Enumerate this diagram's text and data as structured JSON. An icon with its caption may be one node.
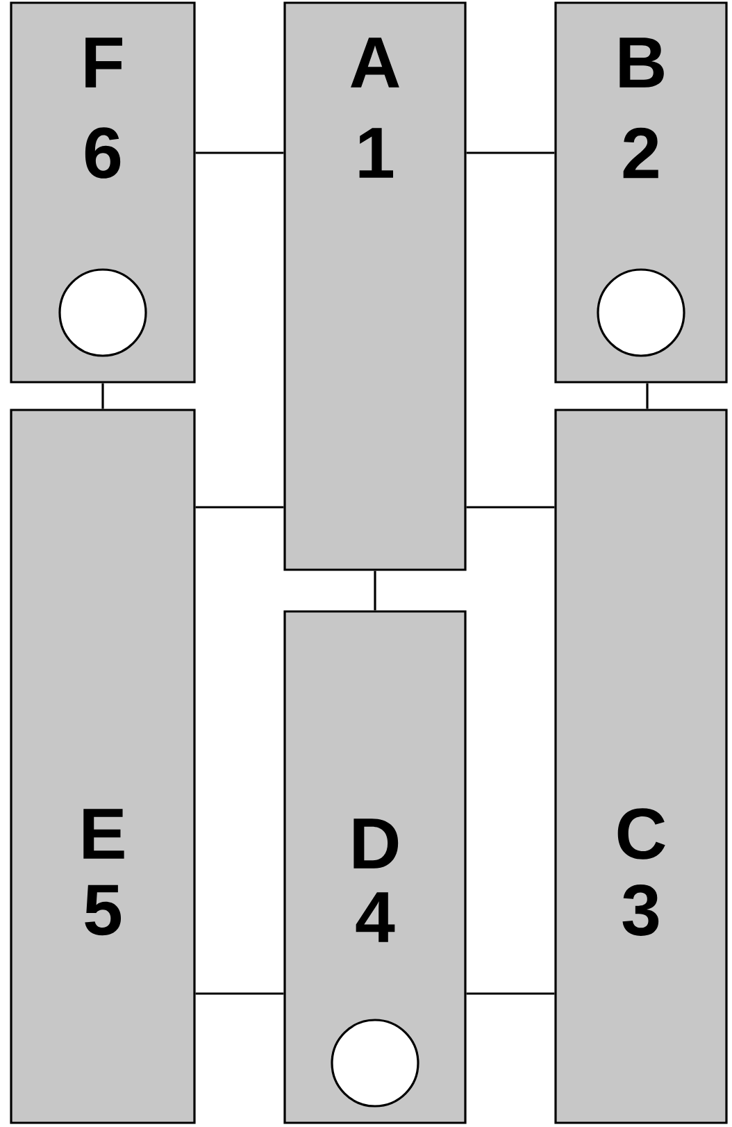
{
  "diagram": {
    "nodes": [
      {
        "text": [
          "F",
          "6"
        ]
      },
      {
        "text": [],
        "shape": "circle",
        "in": 0
      },
      {
        "text": [
          "A",
          "1"
        ]
      },
      {
        "text": [
          "B",
          "2"
        ]
      },
      {
        "text": [],
        "shape": "circle",
        "in": 3
      },
      {
        "text": [
          "E",
          "5"
        ]
      },
      {
        "text": [
          "D",
          "4"
        ]
      },
      {
        "text": [],
        "shape": "circle",
        "in": 6
      },
      {
        "text": [
          "C",
          "3"
        ]
      }
    ],
    "edges": [
      {
        "from": 0,
        "to": 2,
        "arrow": "none"
      },
      {
        "from": 2,
        "to": 3,
        "arrow": "none"
      },
      {
        "from": 0,
        "to": 5,
        "arrow": "none"
      },
      {
        "from": 3,
        "to": 8,
        "arrow": "none"
      },
      {
        "from": 5,
        "to": 2,
        "arrow": "none"
      },
      {
        "from": 2,
        "to": 8,
        "arrow": "none"
      },
      {
        "from": 2,
        "to": 6,
        "arrow": "none"
      },
      {
        "from": 5,
        "to": 6,
        "arrow": "none"
      },
      {
        "from": 6,
        "to": 8,
        "arrow": "none"
      }
    ]
  }
}
